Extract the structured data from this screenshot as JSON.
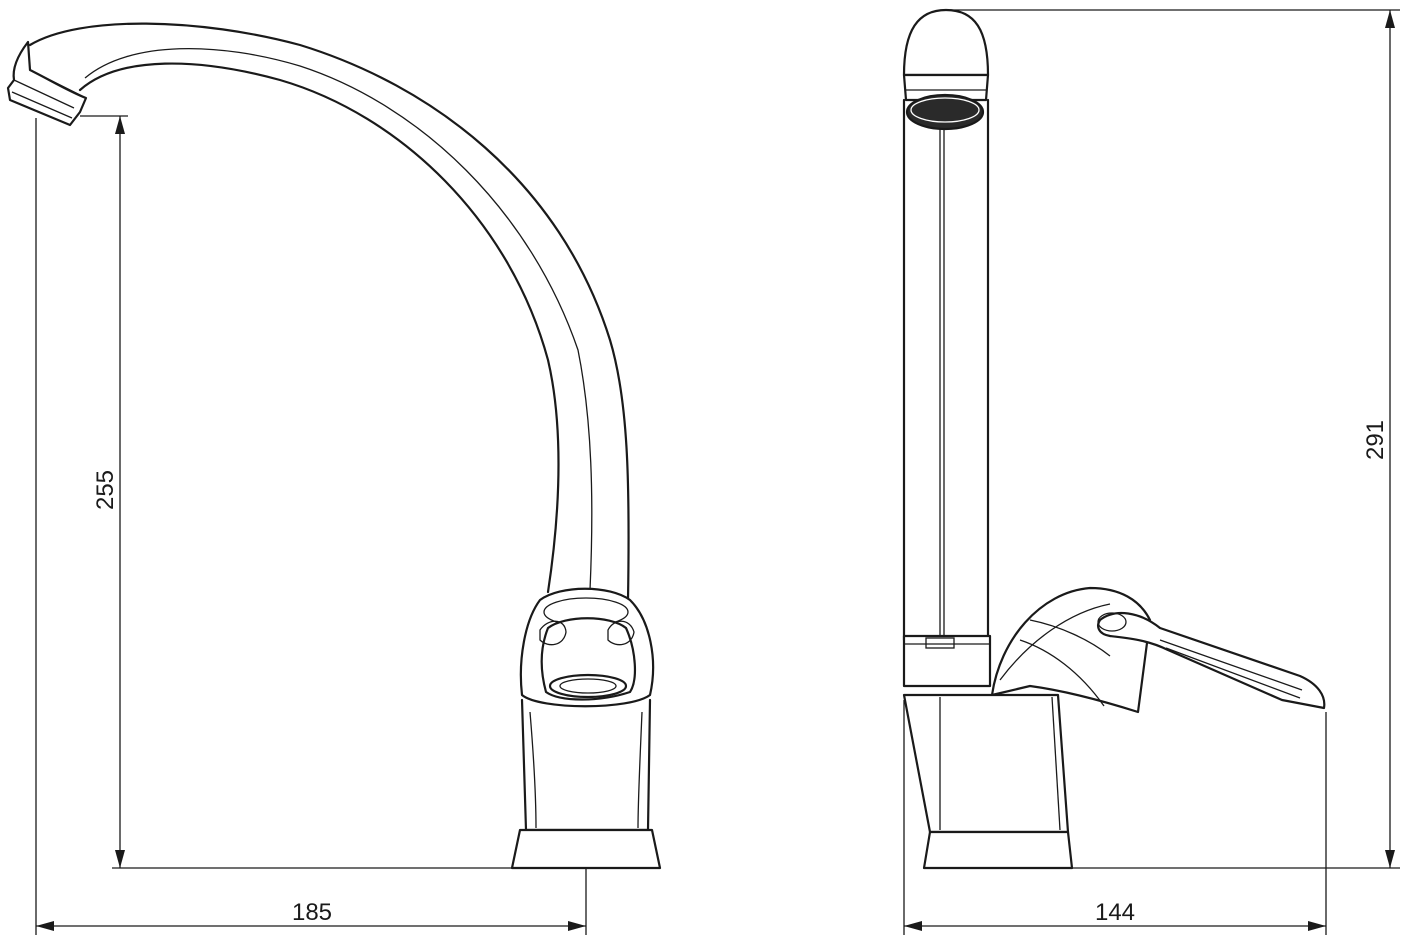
{
  "dimensions": {
    "front_width": "185",
    "front_height": "255",
    "side_width": "144",
    "side_height": "291"
  }
}
